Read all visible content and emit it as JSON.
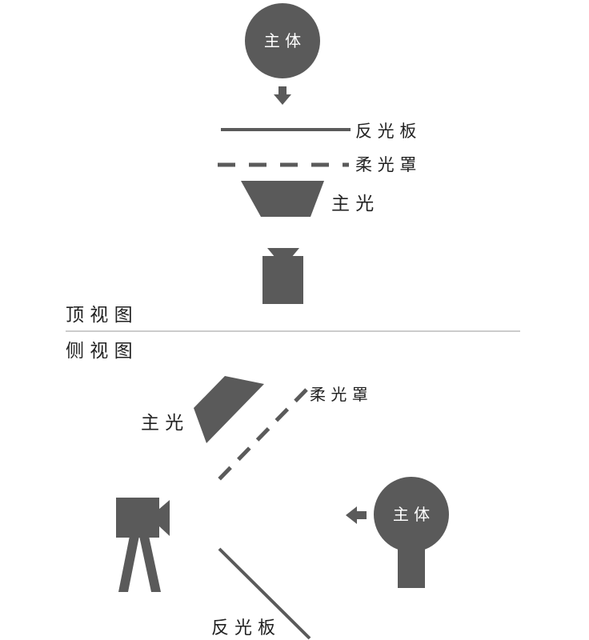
{
  "colors": {
    "shape": "#5a5a5a",
    "text": "#222222",
    "divider": "#999999",
    "background": "#ffffff"
  },
  "top_view": {
    "title": "顶 视 图",
    "subject_label": "主 体",
    "reflector_label": "反 光 板",
    "diffuser_label": "柔 光 罩",
    "key_light_label": "主 光"
  },
  "side_view": {
    "title": "侧 视 图",
    "subject_label": "主 体",
    "reflector_label": "反 光 板",
    "diffuser_label": "柔 光 罩",
    "key_light_label": "主 光"
  },
  "icons": {
    "arrow": "arrow-icon",
    "camera": "camera-icon"
  }
}
